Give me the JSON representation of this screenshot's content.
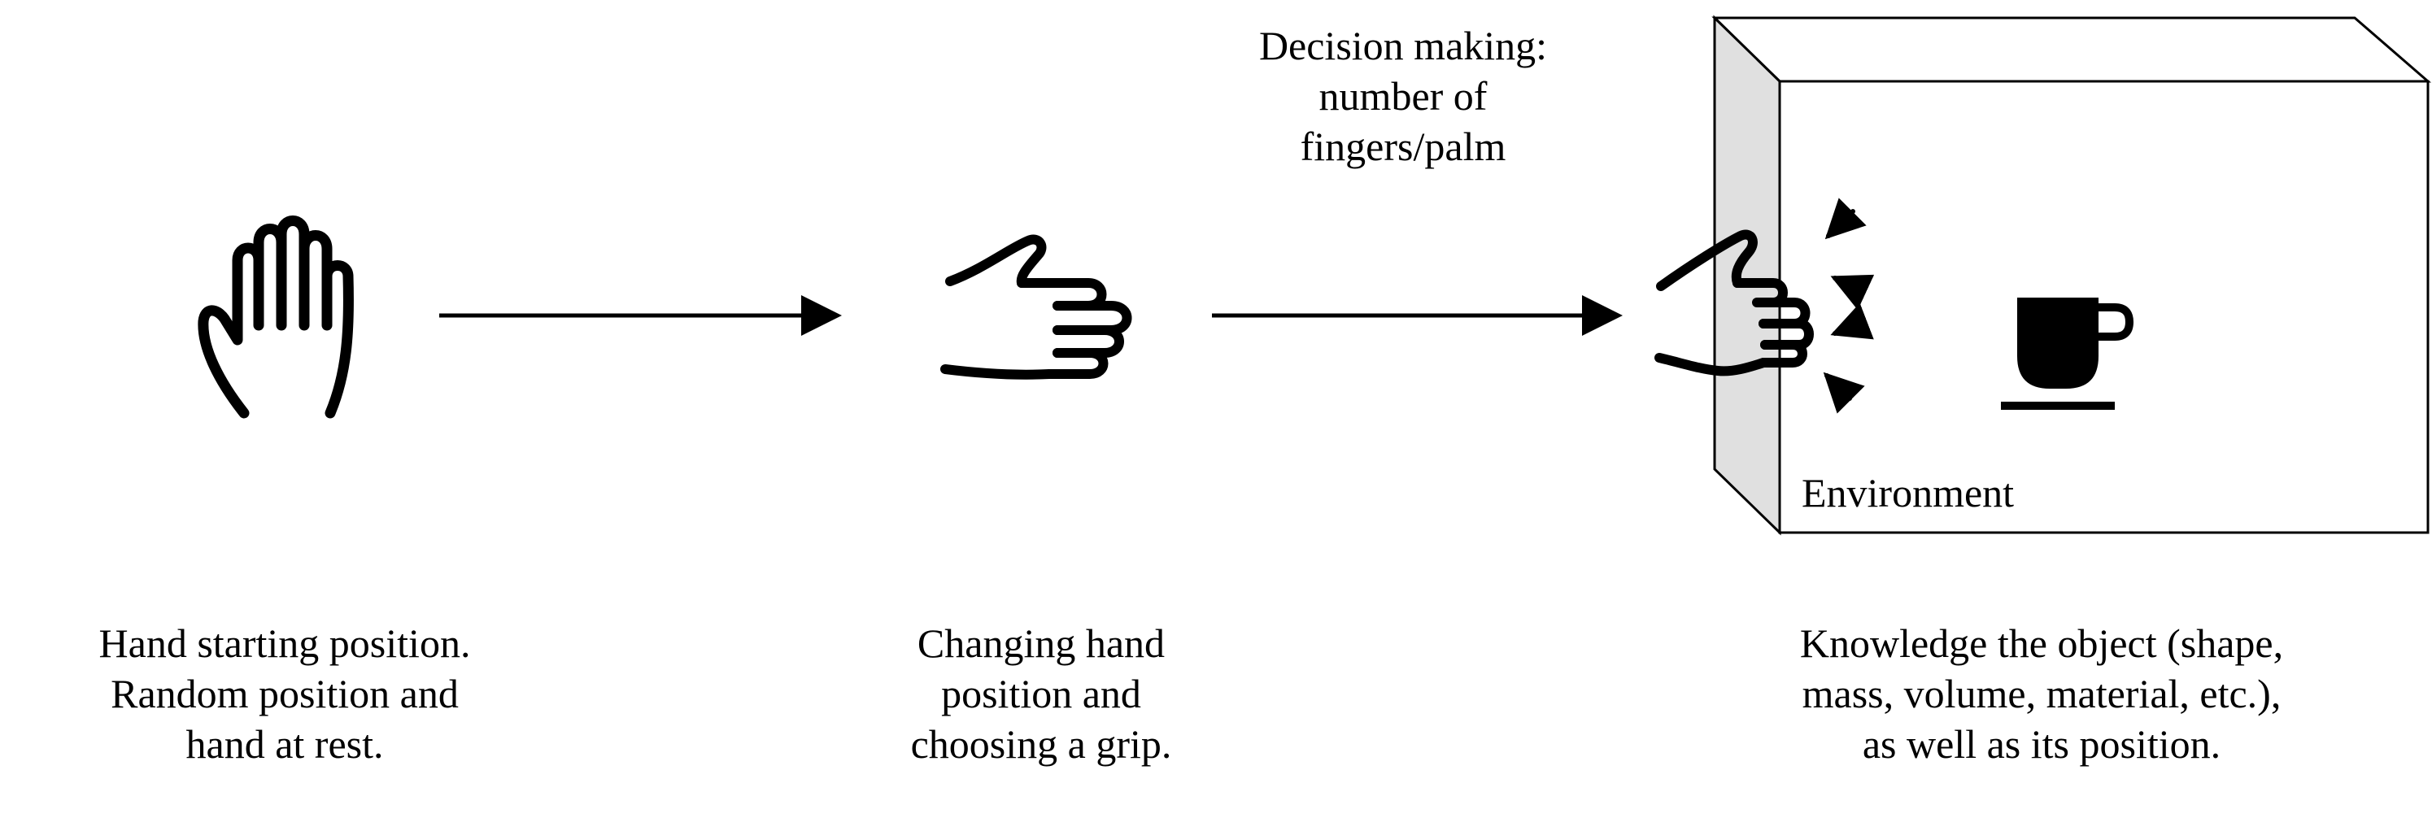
{
  "diagram": {
    "step1_caption": [
      "Hand starting position.",
      "Random position and",
      "hand at rest."
    ],
    "step2_caption": [
      "Changing hand",
      "position and",
      "choosing a grip."
    ],
    "step3_caption": [
      "Knowledge the object (shape,",
      "mass, volume, material, etc.),",
      "as well as its position."
    ],
    "decision_label": [
      "Decision making:",
      "number of",
      "fingers/palm"
    ],
    "environment_label": "Environment",
    "icons": [
      "open-hand-icon",
      "pointing-hand-icon",
      "grasping-hand-icon",
      "cup-icon"
    ],
    "colors": {
      "stroke": "#000000",
      "box_side": "#e0e0e0",
      "background": "#ffffff"
    }
  }
}
